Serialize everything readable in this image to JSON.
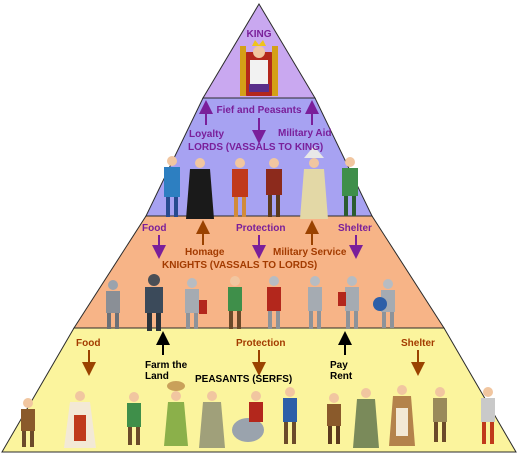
{
  "tiers": {
    "king": {
      "title": "KING",
      "fill": "#c9a8f0"
    },
    "lords": {
      "title": "LORDS (VASSALS TO KING)",
      "up_left": "Loyalty",
      "down_center": "Fief and Peasants",
      "up_right": "Military Aid",
      "fill": "#a7a2f2"
    },
    "knights": {
      "title": "KNIGHTS (VASSALS TO LORDS)",
      "down_left": "Food",
      "down_center": "Protection",
      "down_right": "Shelter",
      "up_left": "Homage",
      "up_right": "Military Service",
      "fill": "#f7b487"
    },
    "peasants": {
      "title": "PEASANTS (SERFS)",
      "down_left": "Food",
      "down_center": "Protection",
      "down_right": "Shelter",
      "up_left": "Farm the Land",
      "up_right": "Pay Rent",
      "fill": "#fbf49d"
    }
  },
  "colors": {
    "purple_text": "#7a1f9a",
    "orange_text": "#a33b00",
    "arrow_purple": "#7a1f9a",
    "arrow_brown": "#9a4200",
    "arrow_black": "#000000",
    "outline": "#2b2b2b"
  },
  "icons": [
    "king-on-throne-icon",
    "lord-figure-icon",
    "knight-figure-icon",
    "peasant-figure-icon"
  ]
}
